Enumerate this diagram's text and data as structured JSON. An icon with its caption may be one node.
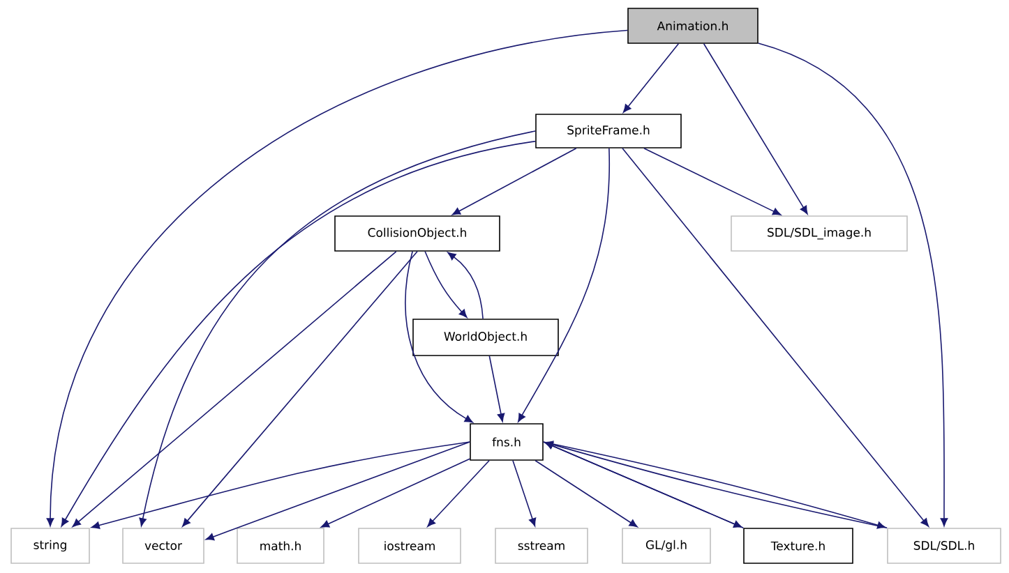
{
  "diagram": {
    "nodes": [
      {
        "text": [
          "Animation.h"
        ]
      },
      {
        "text": [
          "SpriteFrame.h"
        ]
      },
      {
        "text": [
          "CollisionObject.h"
        ]
      },
      {
        "text": [
          "SDL/SDL_image.h"
        ]
      },
      {
        "text": [
          "WorldObject.h"
        ]
      },
      {
        "text": [
          "fns.h"
        ]
      },
      {
        "text": [
          "string"
        ]
      },
      {
        "text": [
          "vector"
        ]
      },
      {
        "text": [
          "math.h"
        ]
      },
      {
        "text": [
          "iostream"
        ]
      },
      {
        "text": [
          "sstream"
        ]
      },
      {
        "text": [
          "GL/gl.h"
        ]
      },
      {
        "text": [
          "Texture.h"
        ]
      },
      {
        "text": [
          "SDL/SDL.h"
        ]
      }
    ],
    "edges": [
      {
        "from": 0,
        "to": 1,
        "arrow": "to"
      },
      {
        "from": 0,
        "to": 3,
        "arrow": "to"
      },
      {
        "from": 0,
        "to": 6,
        "arrow": "to"
      },
      {
        "from": 0,
        "to": 13,
        "arrow": "to"
      },
      {
        "from": 1,
        "to": 2,
        "arrow": "to"
      },
      {
        "from": 1,
        "to": 3,
        "arrow": "to"
      },
      {
        "from": 1,
        "to": 6,
        "arrow": "to"
      },
      {
        "from": 1,
        "to": 7,
        "arrow": "to"
      },
      {
        "from": 1,
        "to": 5,
        "arrow": "to"
      },
      {
        "from": 1,
        "to": 13,
        "arrow": "to"
      },
      {
        "from": 2,
        "to": 4,
        "arrow": "to"
      },
      {
        "from": 4,
        "to": 2,
        "arrow": "to"
      },
      {
        "from": 2,
        "to": 5,
        "arrow": "to"
      },
      {
        "from": 2,
        "to": 6,
        "arrow": "to"
      },
      {
        "from": 2,
        "to": 7,
        "arrow": "to"
      },
      {
        "from": 4,
        "to": 5,
        "arrow": "to"
      },
      {
        "from": 5,
        "to": 6,
        "arrow": "to"
      },
      {
        "from": 5,
        "to": 7,
        "arrow": "to"
      },
      {
        "from": 5,
        "to": 8,
        "arrow": "to"
      },
      {
        "from": 5,
        "to": 9,
        "arrow": "to"
      },
      {
        "from": 5,
        "to": 10,
        "arrow": "to"
      },
      {
        "from": 5,
        "to": 11,
        "arrow": "to"
      },
      {
        "from": 5,
        "to": 12,
        "arrow": "to"
      },
      {
        "from": 5,
        "to": 13,
        "arrow": "to"
      },
      {
        "from": 12,
        "to": 5,
        "arrow": "to"
      },
      {
        "from": 13,
        "to": 5,
        "arrow": "to"
      }
    ]
  }
}
